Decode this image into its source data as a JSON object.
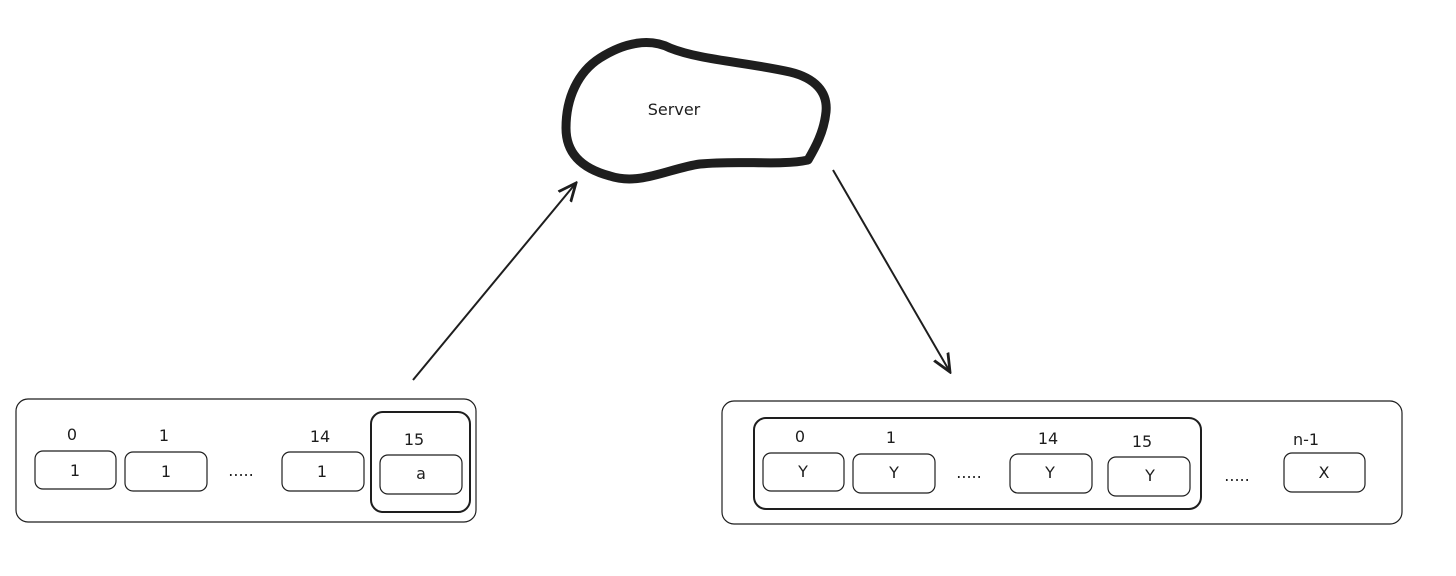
{
  "server": {
    "label": "Server"
  },
  "left_array": {
    "indices": [
      "0",
      "1",
      "14",
      "15"
    ],
    "values": [
      "1",
      "1",
      "1",
      "a"
    ],
    "ellipsis": "....."
  },
  "right_array": {
    "indices": [
      "0",
      "1",
      "14",
      "15",
      "n-1"
    ],
    "values": [
      "Y",
      "Y",
      "Y",
      "Y",
      "X"
    ],
    "ellipsis_inner": ".....",
    "ellipsis_outer": "....."
  },
  "colors": {
    "stroke": "#1e1e1e",
    "background": "#ffffff"
  }
}
